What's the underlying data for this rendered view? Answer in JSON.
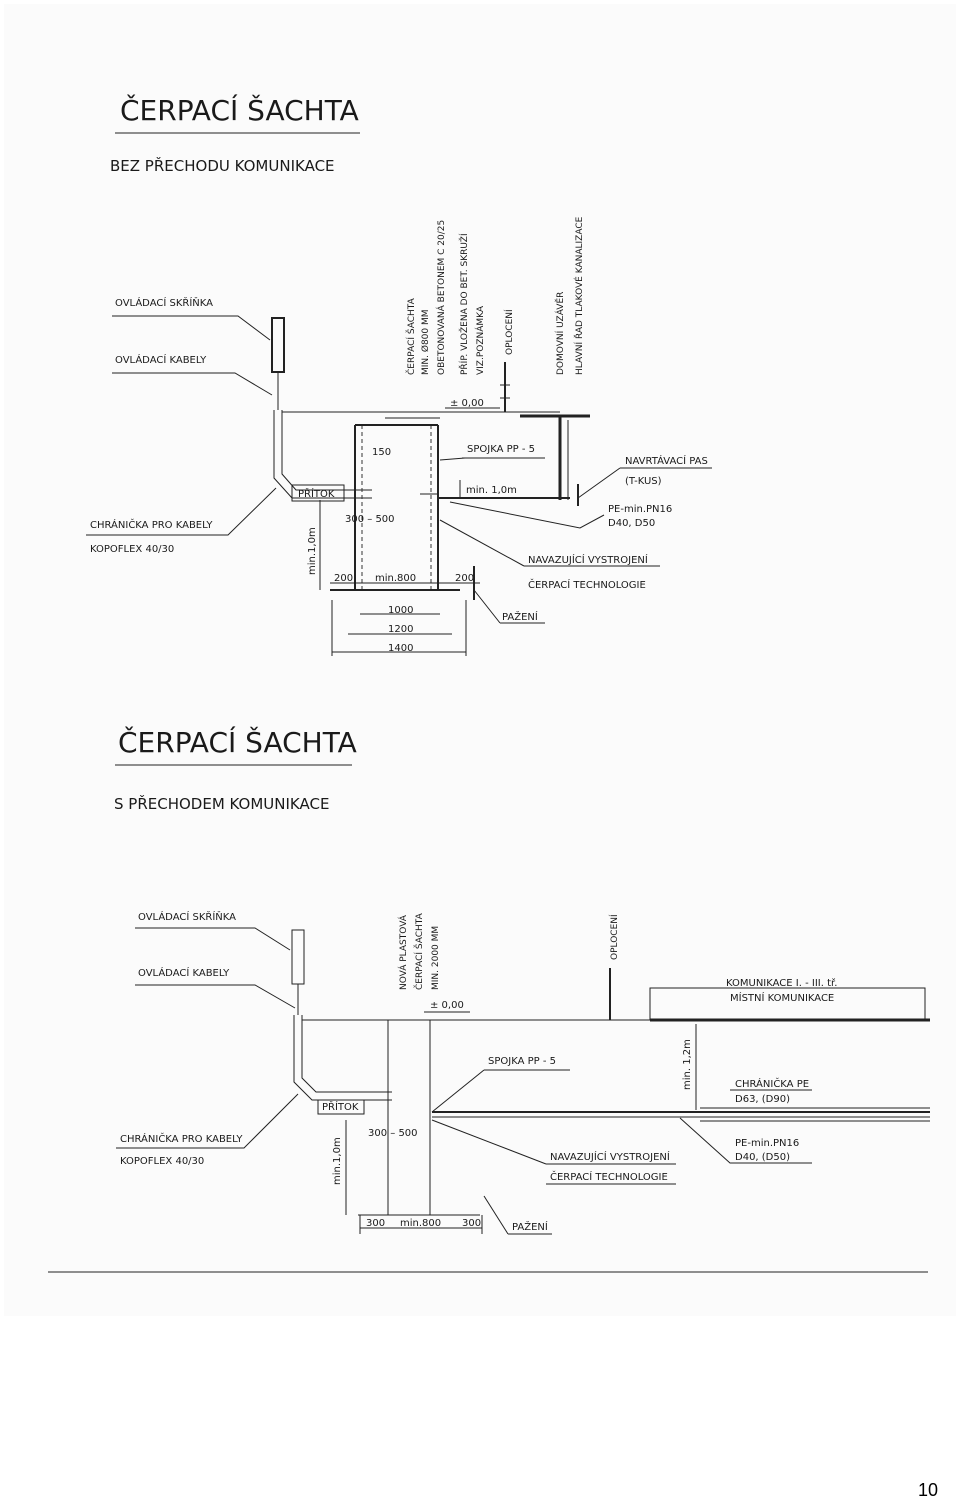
{
  "sections": [
    {
      "title": "ČERPACÍ ŠACHTA",
      "subtitle": "BEZ PŘECHODU KOMUNIKACE",
      "labels": {
        "ovladaci_skrinka": "OVLÁDACÍ SKŘÍŇKA",
        "ovladaci_kabely": "OVLÁDACÍ KABELY",
        "chranicka_pro_kabely": "CHRÁNIČKA PRO KABELY",
        "kopoflex": "KOPOFLEX 40/30",
        "pritok": "PŘÍTOK",
        "vertical_note_1": "ČERPACÍ ŠACHTA",
        "vertical_note_2": "MIN. Ø800 MM",
        "vertical_note_3": "OBETONOVANÁ BETONEM C 20/25",
        "vertical_note_4": "PŘÍP. VLOŽENA DO BET. SKRUŽÍ",
        "vertical_note_5": "VIZ.POZNÁMKA",
        "oploceni": "OPLOCENÍ",
        "domovni_uzaver": "DOMOVNÍ UZÁVĚR",
        "hlavni_rad": "HLAVNÍ ŘAD TLAKOVÉ KANALIZACE",
        "level": "± 0,00",
        "spojka": "SPOJKA PP - 5",
        "min_depth": "min. 1,0m",
        "navrtavaci_pas": "NAVRTÁVACÍ PAS",
        "t_kus": "(T-KUS)",
        "pe": "PE-min.PN16",
        "pe_dims": "D40, D50",
        "navazujici": "NAVAZUJÍCÍ VYSTROJENÍ",
        "cerpaci_technologie": "ČERPACÍ TECHNOLOGIE",
        "pazeni": "PAŽENÍ",
        "dim_150": "150",
        "dim_300_500": "300 – 500",
        "dim_min_1_0": "min.1,0m",
        "dim_200_left": "200",
        "dim_min_800": "min.800",
        "dim_200_right": "200",
        "dim_1000": "1000",
        "dim_1200": "1200",
        "dim_1400": "1400"
      }
    },
    {
      "title": "ČERPACÍ ŠACHTA",
      "subtitle": "S PŘECHODEM KOMUNIKACE",
      "labels": {
        "ovladaci_skrinka": "OVLÁDACÍ SKŘÍŇKA",
        "ovladaci_kabely": "OVLÁDACÍ KABELY",
        "chranicka_pro_kabely": "CHRÁNIČKA PRO KABELY",
        "kopoflex": "KOPOFLEX 40/30",
        "pritok": "PŘÍTOK",
        "vertical_note_1": "NOVÁ PLASTOVÁ",
        "vertical_note_2": "ČERPACÍ ŠACHTA",
        "vertical_note_3": "MIN. 2000 MM",
        "oploceni": "OPLOCENÍ",
        "level": "± 0,00",
        "komunikace": "KOMUNIKACE I. - III. tř.",
        "mistni_komunikace": "MÍSTNÍ KOMUNIKACE",
        "spojka": "SPOJKA PP - 5",
        "min_depth": "min. 1,2m",
        "chranicka_pe": "CHRÁNIČKA PE",
        "chranicka_pe_dims": "D63, (D90)",
        "pe": "PE-min.PN16",
        "pe_dims": "D40, (D50)",
        "dim_300_500": "300 – 500",
        "dim_min_1_0": "min.1,0m",
        "navazujici": "NAVAZUJÍCÍ VYSTROJENÍ",
        "cerpaci_technologie": "ČERPACÍ TECHNOLOGIE",
        "pazeni": "PAŽENÍ",
        "dim_300_left": "300",
        "dim_min_800": "min.800",
        "dim_300_right": "300"
      }
    }
  ],
  "page_number": "10"
}
